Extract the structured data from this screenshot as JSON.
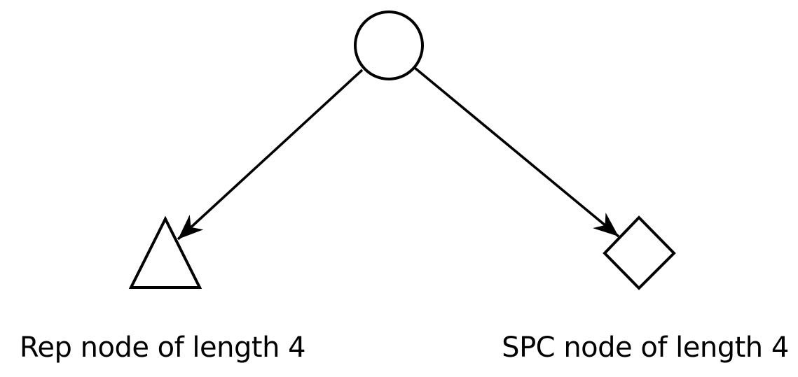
{
  "diagram": {
    "background_color": "#ffffff",
    "line_color": "#000000",
    "fill_color": "#ffffff",
    "root_node": {
      "shape": "circle",
      "label": ""
    },
    "children": [
      {
        "shape": "triangle",
        "label": "Rep node of length 4"
      },
      {
        "shape": "diamond",
        "label": "SPC node of length 4"
      }
    ]
  }
}
